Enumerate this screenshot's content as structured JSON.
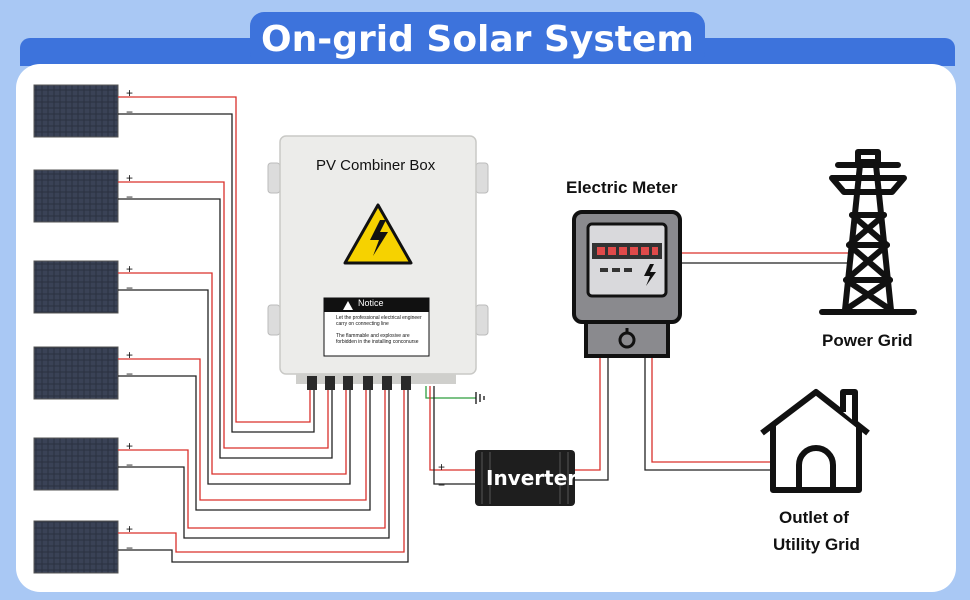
{
  "title": "On-grid Solar System",
  "labels": {
    "combiner_box": "PV Combiner Box",
    "notice_title": "Notice",
    "notice_line1": "Let the professional electrical engineer carry on connecting line",
    "notice_line2": "The flammable and explosive are forbidden in the installing conconurse",
    "electric_meter": "Electric Meter",
    "power_grid": "Power Grid",
    "inverter": "Inverter",
    "outlet_line1": "Outlet of",
    "outlet_line2": "Utility Grid"
  },
  "polarity": {
    "plus": "+",
    "minus": "−"
  },
  "panel_count": 6,
  "colors": {
    "accent": "#3d73dc",
    "background": "#a9c8f4",
    "wire_positive": "#d9302b",
    "wire_negative": "#222222",
    "ground_wire": "#2e9e3e",
    "warning_yellow": "#f6d200"
  }
}
